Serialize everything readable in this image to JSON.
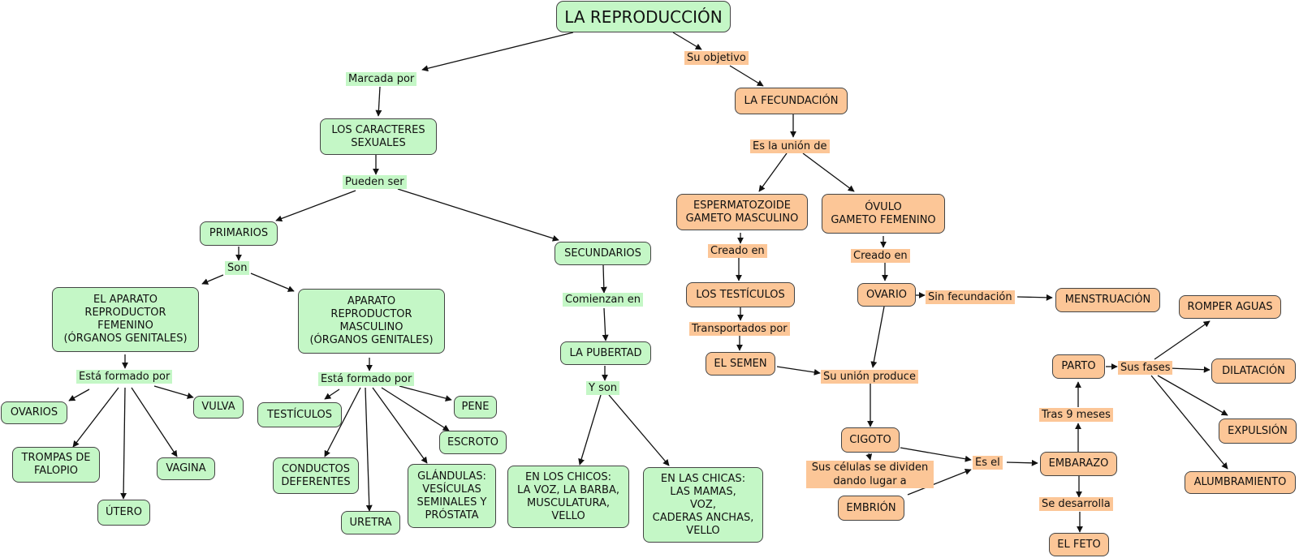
{
  "map": {
    "title": "LA REPRODUCCIÓN",
    "left": {
      "link_marcada": "Marcada por",
      "caracteres": "LOS CARACTERES\nSEXUALES",
      "link_pueden": "Pueden ser",
      "primarios": "PRIMARIOS",
      "link_son": "Son",
      "femenino": "EL APARATO\nREPRODUCTOR\nFEMENINO\n(ÓRGANOS GENITALES)",
      "masculino": "APARATO\nREPRODUCTOR\nMASCULINO\n(ÓRGANOS GENITALES)",
      "link_formado_f": "Está formado por",
      "ovarios": "OVARIOS",
      "trompas": "TROMPAS DE\nFALOPIO",
      "utero": "ÚTERO",
      "vagina": "VAGINA",
      "vulva": "VULVA",
      "link_formado_m": "Está formado por",
      "testiculos_m": "TESTÍCULOS",
      "conductos": "CONDUCTOS\nDEFERENTES",
      "uretra": "URETRA",
      "glandulas": "GLÁNDULAS:\nVESÍCULAS\nSEMINALES Y\nPRÓSTATA",
      "pene": "PENE",
      "escroto": "ESCROTO",
      "secundarios": "SECUNDARIOS",
      "link_comienzan": "Comienzan en",
      "pubertad": "LA PUBERTAD",
      "link_yson": "Y son",
      "chicos": "EN LOS CHICOS:\nLA VOZ, LA BARBA,\nMUSCULATURA,\nVELLO",
      "chicas": "EN LAS CHICAS:\nLAS MAMAS,\nVOZ,\nCADERAS ANCHAS,\nVELLO"
    },
    "right": {
      "link_objetivo": "Su objetivo",
      "fecundacion": "LA FECUNDACIÓN",
      "link_union": "Es la unión de",
      "esperma": "ESPERMATOZOIDE\nGAMETO MASCULINO",
      "ovulo": "ÓVULO\nGAMETO FEMENINO",
      "link_creado1": "Creado en",
      "link_creado2": "Creado en",
      "testiculos": "LOS TESTÍCULOS",
      "link_transportados": "Transportados por",
      "semen": "EL SEMEN",
      "ovario": "OVARIO",
      "link_sinfec": "Sin fecundación",
      "menstruacion": "MENSTRUACIÓN",
      "link_produce": "Su unión produce",
      "cigoto": "CIGOTO",
      "link_celulas": "Sus células se dividen\ndando lugar a",
      "embrion": "EMBRIÓN",
      "link_esel": "Es el",
      "embarazo": "EMBARAZO",
      "link_desarrolla": "Se desarrolla",
      "feto": "EL FETO",
      "link_tras": "Tras 9 meses",
      "parto": "PARTO",
      "link_fases": "Sus fases",
      "romper": "ROMPER AGUAS",
      "dilatacion": "DILATACIÓN",
      "expulsion": "EXPULSIÓN",
      "alumbramiento": "ALUMBRAMIENTO"
    }
  },
  "colors": {
    "green": "#c4f7c6",
    "orange": "#fcc697",
    "border": "#444444",
    "line": "#111111"
  }
}
